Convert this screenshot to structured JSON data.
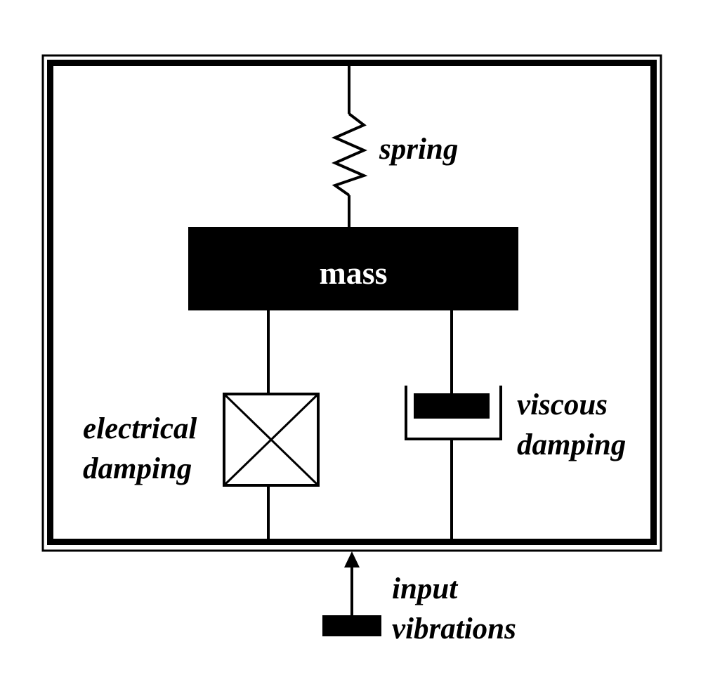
{
  "labels": {
    "spring": "spring",
    "mass": "mass",
    "electrical_line1": "electrical",
    "electrical_line2": "damping",
    "viscous_line1": "viscous",
    "viscous_line2": "damping",
    "input_line1": "input",
    "input_line2": "vibrations"
  },
  "colors": {
    "ink": "#000000",
    "paper": "#ffffff"
  }
}
